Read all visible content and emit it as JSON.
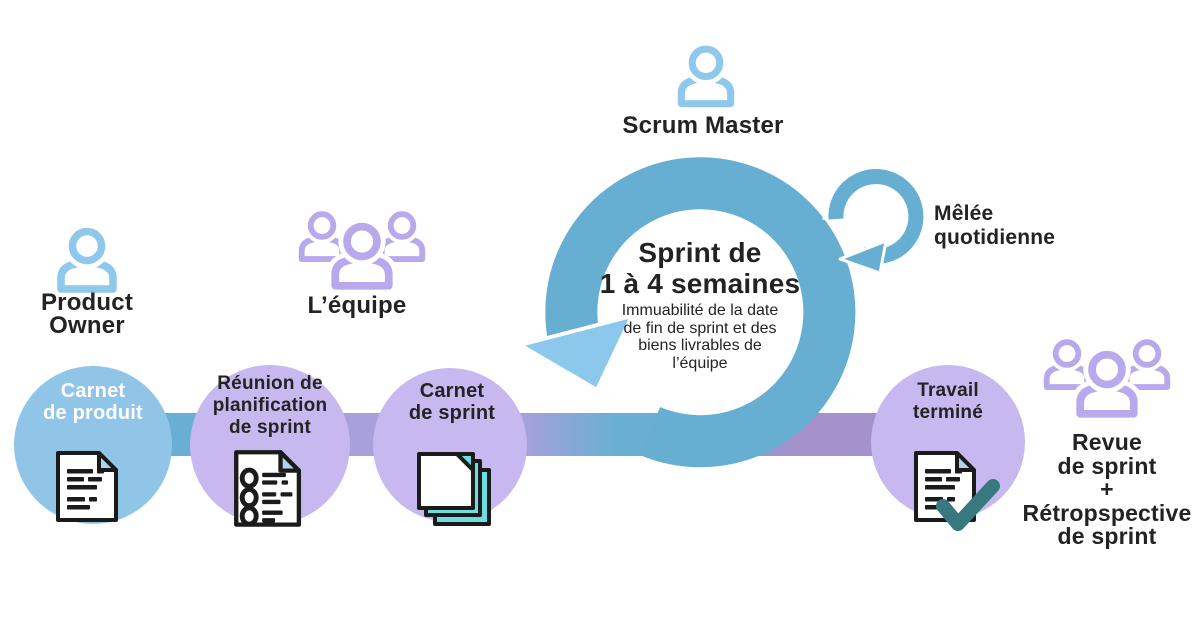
{
  "actors": {
    "product_owner": {
      "label": "Product\nOwner",
      "icon": "person-icon"
    },
    "team": {
      "label": "L’équipe",
      "icon": "people-group-icon"
    },
    "scrum_master": {
      "label": "Scrum Master",
      "icon": "person-icon"
    },
    "review": {
      "label": "Revue\nde sprint\n+\nRétropspective\nde sprint",
      "icon": "people-group-icon"
    }
  },
  "loop": {
    "title": "Sprint de\n1 à 4 semaines",
    "description": "Immuabilité de la date\nde fin de sprint et des\nbiens livrables de\nl’équipe",
    "daily_meeting": {
      "label": "Mêlée\nquotidienne",
      "icon": "cycle-arrow-icon"
    }
  },
  "stages": [
    {
      "label": "Carnet\nde produit",
      "icon": "document-icon"
    },
    {
      "label": "Réunion de\nplanification\nde sprint",
      "icon": "checklist-document-icon"
    },
    {
      "label": "Carnet\nde sprint",
      "icon": "stacked-pages-icon"
    },
    {
      "label": "Travail\nterminé",
      "icon": "document-check-icon"
    }
  ],
  "colors": {
    "light_blue_icon": "#8FC8EB",
    "blue_circle": "#90C5E8",
    "purple_circle": "#C7B9F0",
    "purple_icon": "#B7A9EC",
    "teal_loop": "#67AFD2",
    "teal_bar": "#69AFD3",
    "purple_bar": "#A7A0DB",
    "purple_bar_right": "#A392CB",
    "arrow_light_blue": "#8CC8EB",
    "cyan_page": "#6FDCDF",
    "check_teal": "#37797E",
    "fold_blue": "#AFD3EC",
    "text_dark": "#232323",
    "stage1_text": "#FFFFFF"
  }
}
